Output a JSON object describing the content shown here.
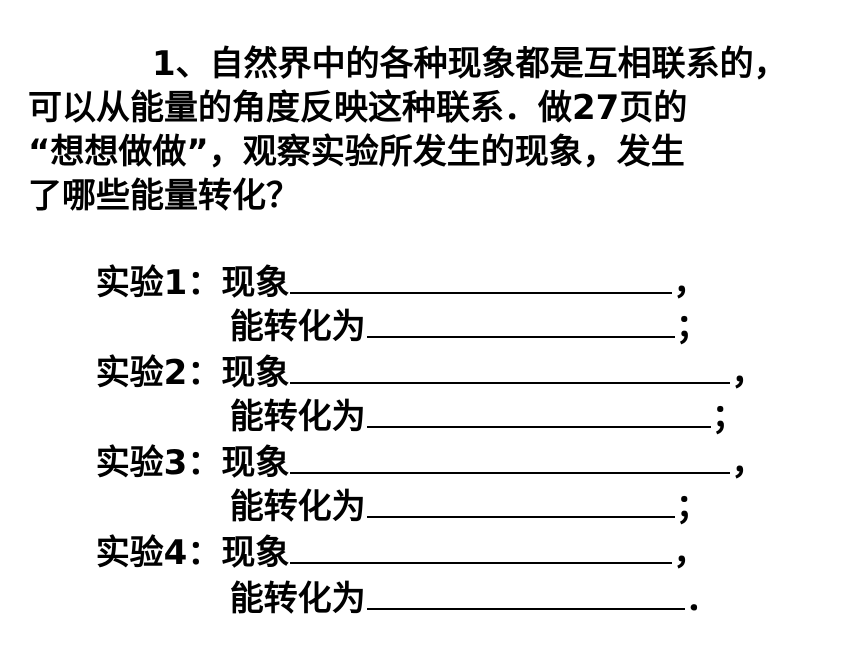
{
  "question": {
    "lines": [
      "1、自然界中的各种现象都是互相联系的，",
      "可以从能量的角度反映这种联系．做27页的",
      "“想想做做”，观察实验所发生的现象，发生",
      "了哪些能量转化？"
    ]
  },
  "experiments": [
    {
      "label": "实验1：",
      "phenomenon_label": "现象",
      "phenomenon_end": "，",
      "energy_label": "能转化为",
      "energy_end": "；"
    },
    {
      "label": "实验2：",
      "phenomenon_label": "现象",
      "phenomenon_end": "，",
      "energy_label": "能转化为",
      "energy_end": "；"
    },
    {
      "label": "实验3：",
      "phenomenon_label": "现象",
      "phenomenon_end": "，",
      "energy_label": "能转化为",
      "energy_end": "；"
    },
    {
      "label": "实验4：",
      "phenomenon_label": "现象",
      "phenomenon_end": "，",
      "energy_label": "能转化为",
      "energy_end": "．"
    }
  ]
}
